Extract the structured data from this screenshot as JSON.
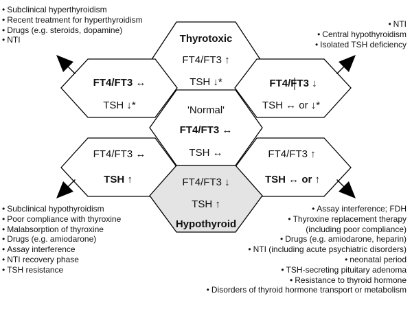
{
  "colors": {
    "stroke": "#000000",
    "hex_fill": "#ffffff",
    "shaded_fill": "#e4e4e4",
    "text": "#111111"
  },
  "cells": {
    "thyrotoxic": {
      "title": "Thyrotoxic",
      "ft": "FT4/FT3",
      "ft_sym": "↑",
      "tsh": "TSH",
      "tsh_sym": "↓*"
    },
    "upper_left": {
      "ft": "FT4/FT3",
      "ft_sym": "↔",
      "tsh": "TSH",
      "tsh_sym": "↓*"
    },
    "upper_right": {
      "ft": "FT4/FT3",
      "ft_sym": "↓",
      "tsh": "TSH",
      "tsh_sym": "↔ or ↓*"
    },
    "normal": {
      "title": "'Normal'",
      "ft": "FT4/FT3",
      "ft_sym": "↔",
      "tsh": "TSH",
      "tsh_sym": "↔"
    },
    "lower_left": {
      "ft": "FT4/FT3",
      "ft_sym": "↔",
      "tsh": "TSH",
      "tsh_sym": "↑"
    },
    "lower_right": {
      "ft": "FT4/FT3",
      "ft_sym": "↑",
      "tsh": "TSH",
      "tsh_sym": "↔ or ↑"
    },
    "hypothyroid": {
      "title": "Hypothyroid",
      "ft": "FT4/FT3",
      "ft_sym": "↓",
      "tsh": "TSH",
      "tsh_sym": "↑"
    }
  },
  "notes": {
    "top_left": [
      "Subclinical hyperthyroidism",
      "Recent treatment for hyperthyroidism",
      "Drugs (e.g. steroids, dopamine)",
      "NTI"
    ],
    "top_right": [
      "NTI",
      "Central hypothyroidism",
      "Isolated TSH deficiency"
    ],
    "bottom_left": [
      "Subclinical hypothyroidism",
      "Poor compliance with thyroxine",
      "Malabsorption of thyroxine",
      "Drugs (e.g. amiodarone)",
      "Assay interference",
      "NTI recovery phase",
      "TSH resistance"
    ],
    "bottom_right": [
      "Assay interference; FDH",
      "Thyroxine replacement therapy",
      "(including poor compliance)",
      "Drugs (e.g. amiodarone, heparin)",
      "NTI (including acute psychiatric disorders)",
      "neonatal period",
      "TSH-secreting pituitary adenoma",
      "Resistance to thyroid hormone",
      "Disorders of thyroid hormone transport or metabolism"
    ]
  }
}
